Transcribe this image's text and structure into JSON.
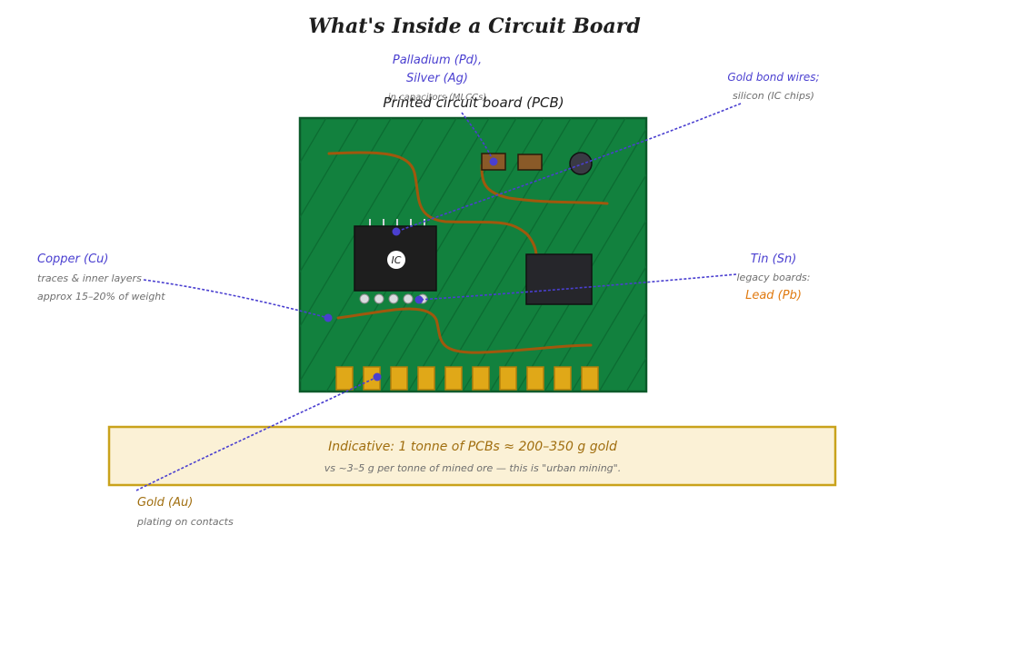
{
  "title": "What's Inside a Circuit Board",
  "board_label": "Printed circuit board (PCB)",
  "ic_label": "IC",
  "callouts": {
    "palladium": {
      "line1": "Palladium (Pd),",
      "line2": "Silver (Ag)",
      "note": "in capacitors (MLCCs)"
    },
    "gold_wires": {
      "name": "Gold bond wires;",
      "note": "silicon (IC chips)"
    },
    "copper": {
      "name": "Copper (Cu)",
      "note1": "traces & inner layers",
      "note2": "approx 15–20% of weight"
    },
    "tin": {
      "name": "Tin (Sn)",
      "note": "legacy boards:",
      "lead": "Lead (Pb)"
    },
    "gold": {
      "name": "Gold (Au)",
      "note": "plating on contacts"
    }
  },
  "info_box": {
    "headline": "Indicative: 1 tonne of PCBs ≈ 200–350 g gold",
    "subline": "vs ~3–5 g per tonne of mined ore — this is \"urban mining\"."
  },
  "colors": {
    "board": "#12813e",
    "board_stroke": "#0b5a2a",
    "trace": "#a0580d",
    "chip": "#1e1e1e",
    "gold_pad": "#e0a818",
    "callout": "#4a3fd0",
    "note": "#6f6f6f",
    "lead": "#e07a10",
    "box_fill": "#fbf1d6",
    "box_stroke": "#c9a21b",
    "box_headline": "#a06e0f"
  }
}
